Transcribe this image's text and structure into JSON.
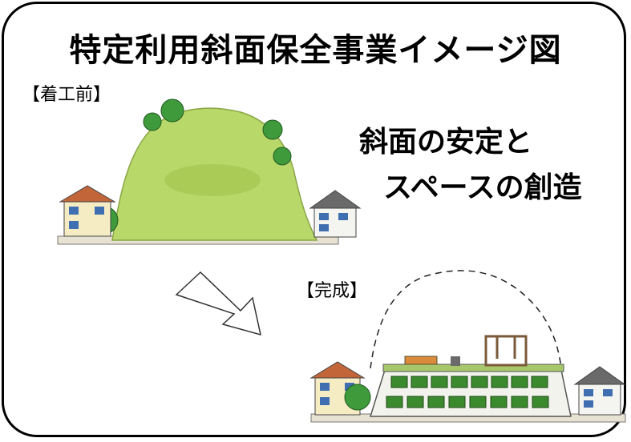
{
  "title": "特定利用斜面保全事業イメージ図",
  "before_label": "【着工前】",
  "after_label": "【完成】",
  "slogan": {
    "line1": "斜面の安定と",
    "line2": "スペースの創造"
  },
  "colors": {
    "hill": "#b8d86a",
    "hill_shade": "#a4c84f",
    "tree": "#3e9a3b",
    "panel": "#3b8a2e",
    "house_wall": "#f6ecc4",
    "house_roof": "#c2663a",
    "house2_roof": "#6a6a6a",
    "window": "#3f6fb0"
  }
}
